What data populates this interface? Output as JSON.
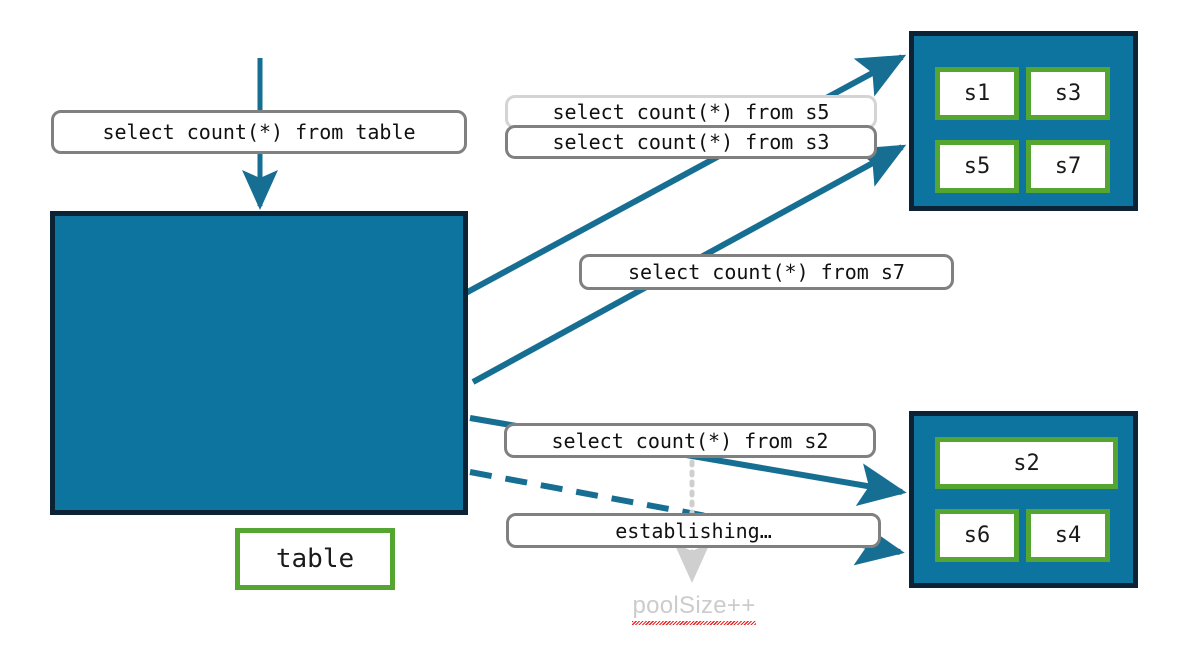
{
  "diagram": {
    "title": "database connection pool sharding diagram",
    "colors": {
      "pool_fill": "#0d74a0",
      "pool_border": "#0b2334",
      "node_border": "#55a630",
      "node_fill": "#ffffff",
      "arrow": "#166f92",
      "pill_border": "#808080",
      "pill_border_light": "#d4d4d4",
      "note_text": "#cccccc",
      "spellcheck_underline": "#ee2222"
    }
  },
  "main_database": {
    "node_label": "table"
  },
  "queries": {
    "to_table": "select count(*) from table",
    "to_s5": "select count(*) from s5",
    "to_s3": "select count(*) from s3",
    "to_s7": "select count(*) from s7",
    "to_s2": "select count(*) from s2",
    "establishing": "establishing…"
  },
  "shard_group_top": {
    "nodes": [
      {
        "label": "s1"
      },
      {
        "label": "s3"
      },
      {
        "label": "s5"
      },
      {
        "label": "s7"
      }
    ]
  },
  "shard_group_bottom": {
    "nodes": [
      {
        "label": "s2"
      },
      {
        "label": "s6"
      },
      {
        "label": "s4"
      }
    ]
  },
  "annotations": {
    "pool_size": "poolSize++"
  }
}
